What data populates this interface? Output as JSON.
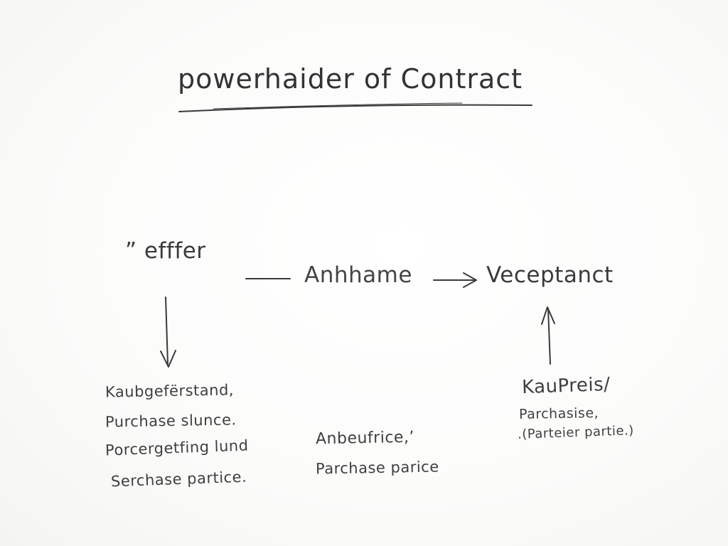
{
  "title": "powerhaider of  Contract",
  "nodes": {
    "offer": "” efffer",
    "acceptance_mid": "Anhhame",
    "acceptance_right": "Veceptanct"
  },
  "notes": {
    "left": [
      "Kaubgefërstand,",
      "Purchase slunce.",
      "Porcergetfing lund",
      "Serchase partice."
    ],
    "middle": [
      "Anbeufrice,’",
      "Parchase parice"
    ],
    "right": [
      "KauPreis/",
      "Parchasise,",
      ".(Parteier partie.)"
    ]
  },
  "colors": {
    "ink": "#3a3a3a",
    "paper": "#fcfcfb"
  }
}
